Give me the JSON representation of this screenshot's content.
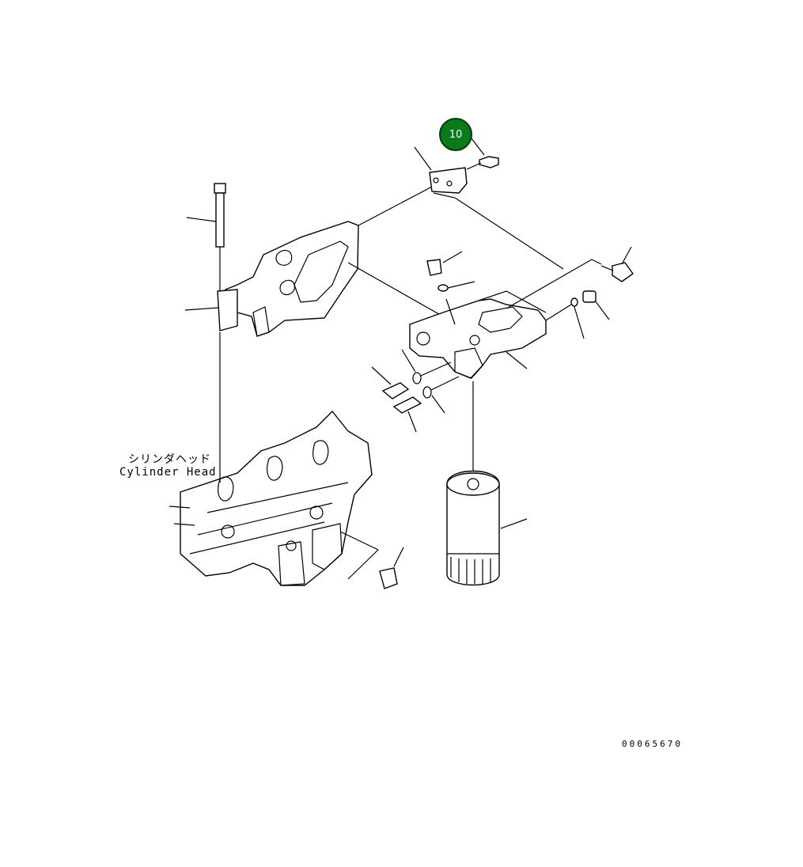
{
  "diagram": {
    "label_jp": "シリンダヘッド",
    "label_en": "Cylinder Head",
    "drawing_number": "00065670"
  },
  "callout": {
    "number": "10",
    "color": "#0a7a1a",
    "border_color": "#003a08"
  }
}
